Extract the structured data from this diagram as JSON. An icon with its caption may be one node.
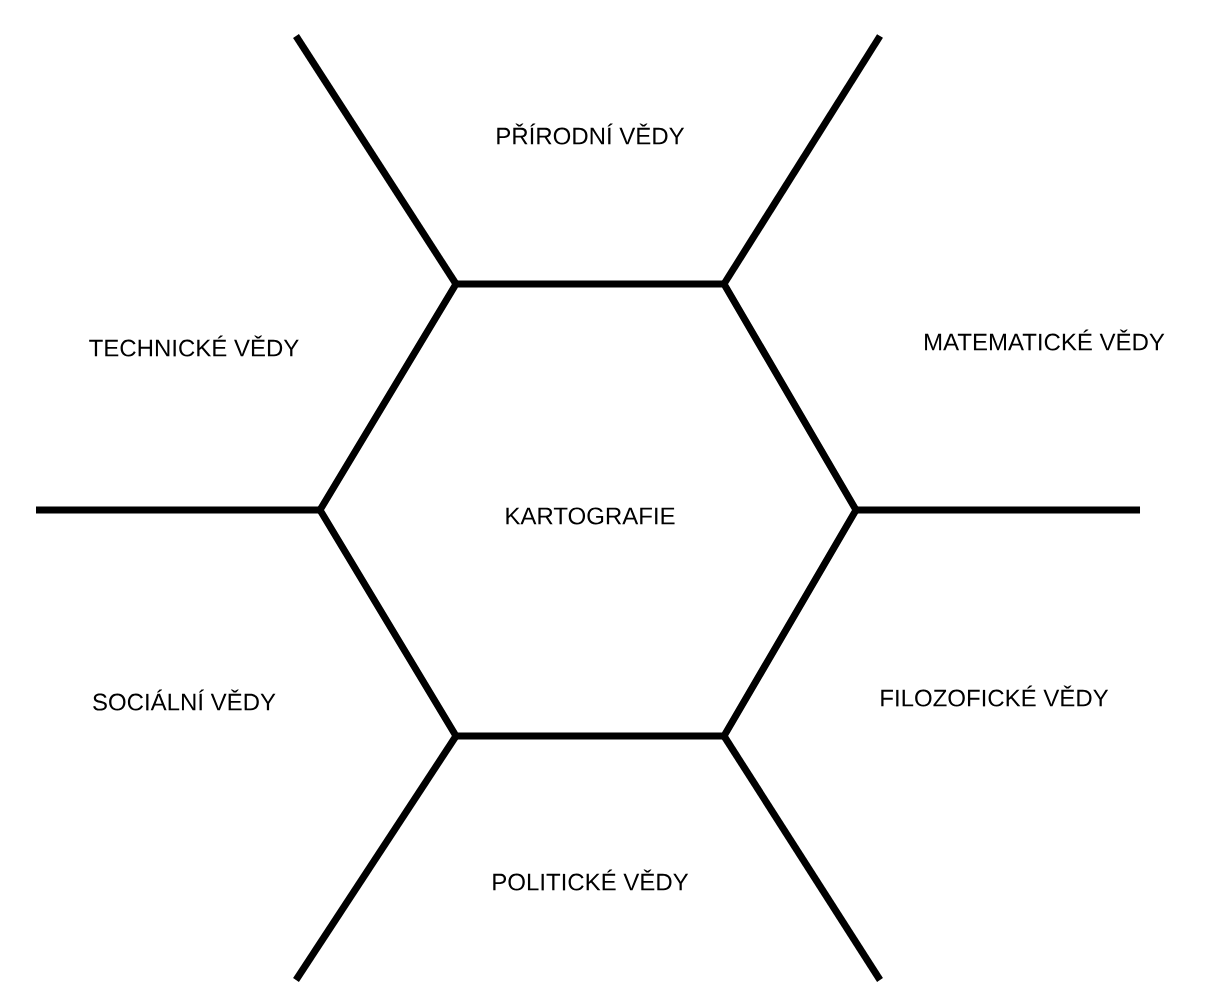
{
  "diagram": {
    "nodes": [
      {
        "text": [
          "KARTOGRAFIE"
        ]
      }
    ],
    "labels": [
      "PŘÍRODNÍ VĚDY",
      "TECHNICKÉ VĚDY",
      "MATEMATICKÉ VĚDY",
      "SOCIÁLNÍ VĚDY",
      "FILOZOFICKÉ VĚDY",
      "POLITICKÉ VĚDY"
    ]
  }
}
